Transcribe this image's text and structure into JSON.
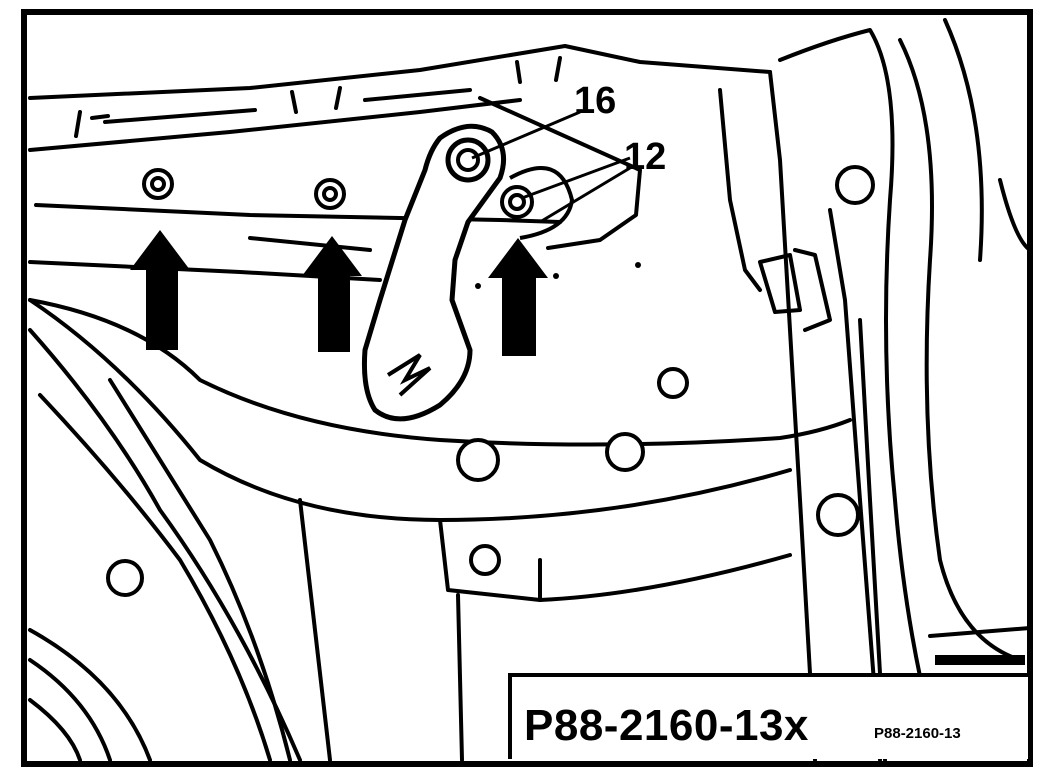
{
  "callouts": {
    "part_16": "16",
    "part_12": "12"
  },
  "figure_label": {
    "main": "P88-2160-13x",
    "small": "P88-2160-13"
  },
  "colors": {
    "ink": "#000000",
    "paper": "#ffffff"
  }
}
